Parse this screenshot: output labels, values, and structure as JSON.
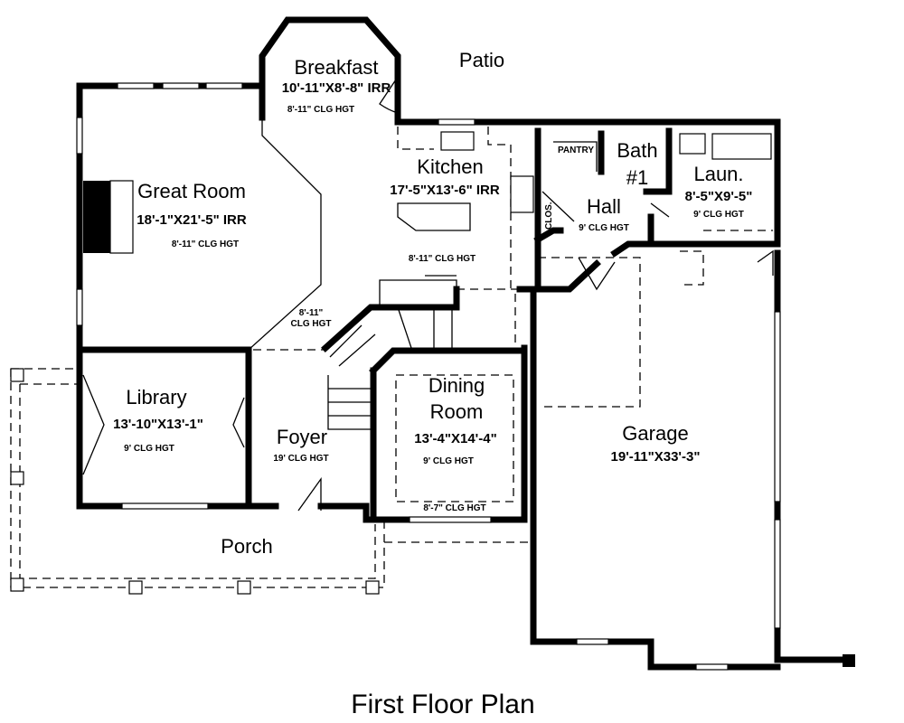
{
  "title": "First Floor Plan",
  "rooms": {
    "patio": {
      "name": "Patio"
    },
    "breakfast": {
      "name": "Breakfast",
      "size": "10'-11\"X8'-8\" IRR",
      "ceiling": "8'-11\" CLG HGT"
    },
    "kitchen": {
      "name": "Kitchen",
      "size": "17'-5\"X13'-6\" IRR",
      "ceiling": "8'-11\" CLG HGT"
    },
    "pantry": {
      "name": "PANTRY"
    },
    "bath": {
      "name": "Bath",
      "number": "#1"
    },
    "closet": {
      "name": "CLOS."
    },
    "hall": {
      "name": "Hall",
      "ceiling": "9' CLG HGT"
    },
    "laundry": {
      "name": "Laun.",
      "size": "8'-5\"X9'-5\"",
      "ceiling": "9' CLG HGT"
    },
    "great_room": {
      "name": "Great Room",
      "size": "18'-1\"X21'-5\" IRR",
      "ceiling": "8'-11\" CLG HGT"
    },
    "stair_area": {
      "ceiling_line1": "8'-11\"",
      "ceiling_line2": "CLG HGT"
    },
    "library": {
      "name": "Library",
      "size": "13'-10\"X13'-1\"",
      "ceiling": "9' CLG HGT"
    },
    "foyer": {
      "name": "Foyer",
      "ceiling": "19' CLG HGT"
    },
    "dining": {
      "name_line1": "Dining",
      "name_line2": "Room",
      "size": "13'-4\"X14'-4\"",
      "ceiling": "9' CLG HGT",
      "bay_ceiling": "8'-7\" CLG HGT"
    },
    "garage": {
      "name": "Garage",
      "size": "19'-11\"X33'-3\""
    },
    "porch": {
      "name": "Porch"
    }
  }
}
